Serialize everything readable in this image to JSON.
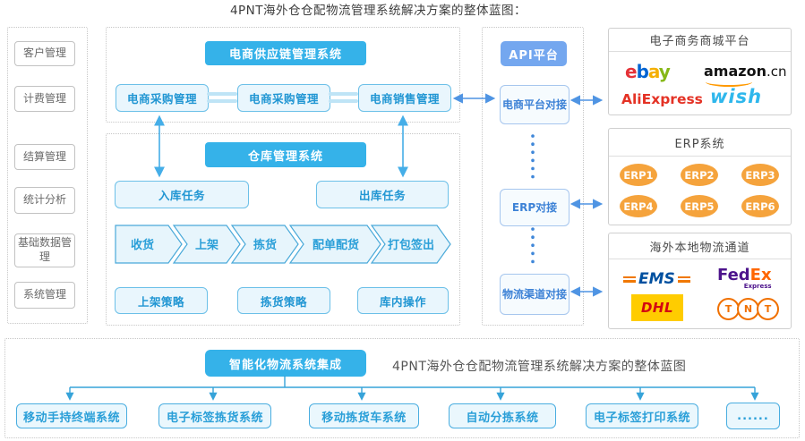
{
  "title": "4PNT海外仓仓配物流管理系统解决方案的整体蓝图：",
  "sidebar": {
    "items": [
      {
        "label": "客户管理"
      },
      {
        "label": "计费管理"
      },
      {
        "label": "结算管理"
      },
      {
        "label": "统计分析"
      },
      {
        "label": "基础数据管理"
      },
      {
        "label": "系统管理"
      }
    ]
  },
  "supply_chain": {
    "header": "电商供应链管理系统",
    "boxes": [
      {
        "label": "电商采购管理"
      },
      {
        "label": "电商采购管理"
      },
      {
        "label": "电商销售管理"
      }
    ]
  },
  "warehouse": {
    "header": "仓库管理系统",
    "tasks": [
      {
        "label": "入库任务"
      },
      {
        "label": "出库任务"
      }
    ],
    "flow_steps": [
      {
        "label": "收货"
      },
      {
        "label": "上架"
      },
      {
        "label": "拣货"
      },
      {
        "label": "配单配货"
      },
      {
        "label": "打包签出"
      }
    ],
    "strategies": [
      {
        "label": "上架策略"
      },
      {
        "label": "拣货策略"
      },
      {
        "label": "库内操作"
      }
    ]
  },
  "api_column": {
    "platform": "API平台",
    "connectors": [
      {
        "label": "电商平台对接"
      },
      {
        "label": "ERP对接"
      },
      {
        "label": "物流渠道对接"
      }
    ]
  },
  "ecommerce_panel": {
    "title": "电子商务商城平台",
    "logos": {
      "ebay": {
        "letters": [
          "e",
          "b",
          "a",
          "y"
        ],
        "colors": [
          "#e53238",
          "#0064d2",
          "#f5af02",
          "#86b817"
        ]
      },
      "amazon": {
        "text": "amazon",
        "suffix": ".cn",
        "color": "#131313",
        "swoosh_color": "#ff9900"
      },
      "aliexpress": {
        "text": "AliExpress",
        "color": "#e43225"
      },
      "wish": {
        "text": "wish",
        "color": "#2fb7ec"
      }
    }
  },
  "erp_panel": {
    "title": "ERP系统",
    "color": "#f5a33c",
    "items": [
      {
        "label": "ERP1"
      },
      {
        "label": "ERP2"
      },
      {
        "label": "ERP3"
      },
      {
        "label": "ERP4"
      },
      {
        "label": "ERP5"
      },
      {
        "label": "ERP6"
      }
    ]
  },
  "logistics_panel": {
    "title": "海外本地物流通道",
    "logos": {
      "ems": {
        "text": "EMS",
        "color": "#0050a0",
        "stripe_color": "#f07800"
      },
      "fedex": {
        "part1": "Fed",
        "part2": "Ex",
        "sub": "Express",
        "color1": "#4d148c",
        "color2": "#ff6600"
      },
      "dhl": {
        "text": "DHL",
        "color": "#d40511",
        "bg": "#ffcc00"
      },
      "tnt": {
        "letters": [
          "T",
          "N",
          "T"
        ],
        "color": "#f07000"
      }
    }
  },
  "bottom": {
    "header": "智能化物流系统集成",
    "caption": "4PNT海外仓仓配物流管理系统解决方案的整体蓝图",
    "systems": [
      {
        "label": "移动手持终端系统"
      },
      {
        "label": "电子标签拣货系统"
      },
      {
        "label": "移动拣货车系统"
      },
      {
        "label": "自动分拣系统"
      },
      {
        "label": "电子标签打印系统"
      },
      {
        "label": "......"
      }
    ]
  },
  "colors": {
    "header_cyan": "#35b2e9",
    "api_blue": "#74a7ef",
    "box_fill": "#e9f6fd",
    "box_border": "#6cc0e8",
    "box_text": "#2196d3",
    "connector_text": "#3d82d6",
    "erp_orange": "#f5a33c",
    "arrow_cyan": "#45aee8",
    "arrow_blue": "#4f94e3",
    "tree_line": "#36a3d9",
    "gray_text": "#666666"
  }
}
